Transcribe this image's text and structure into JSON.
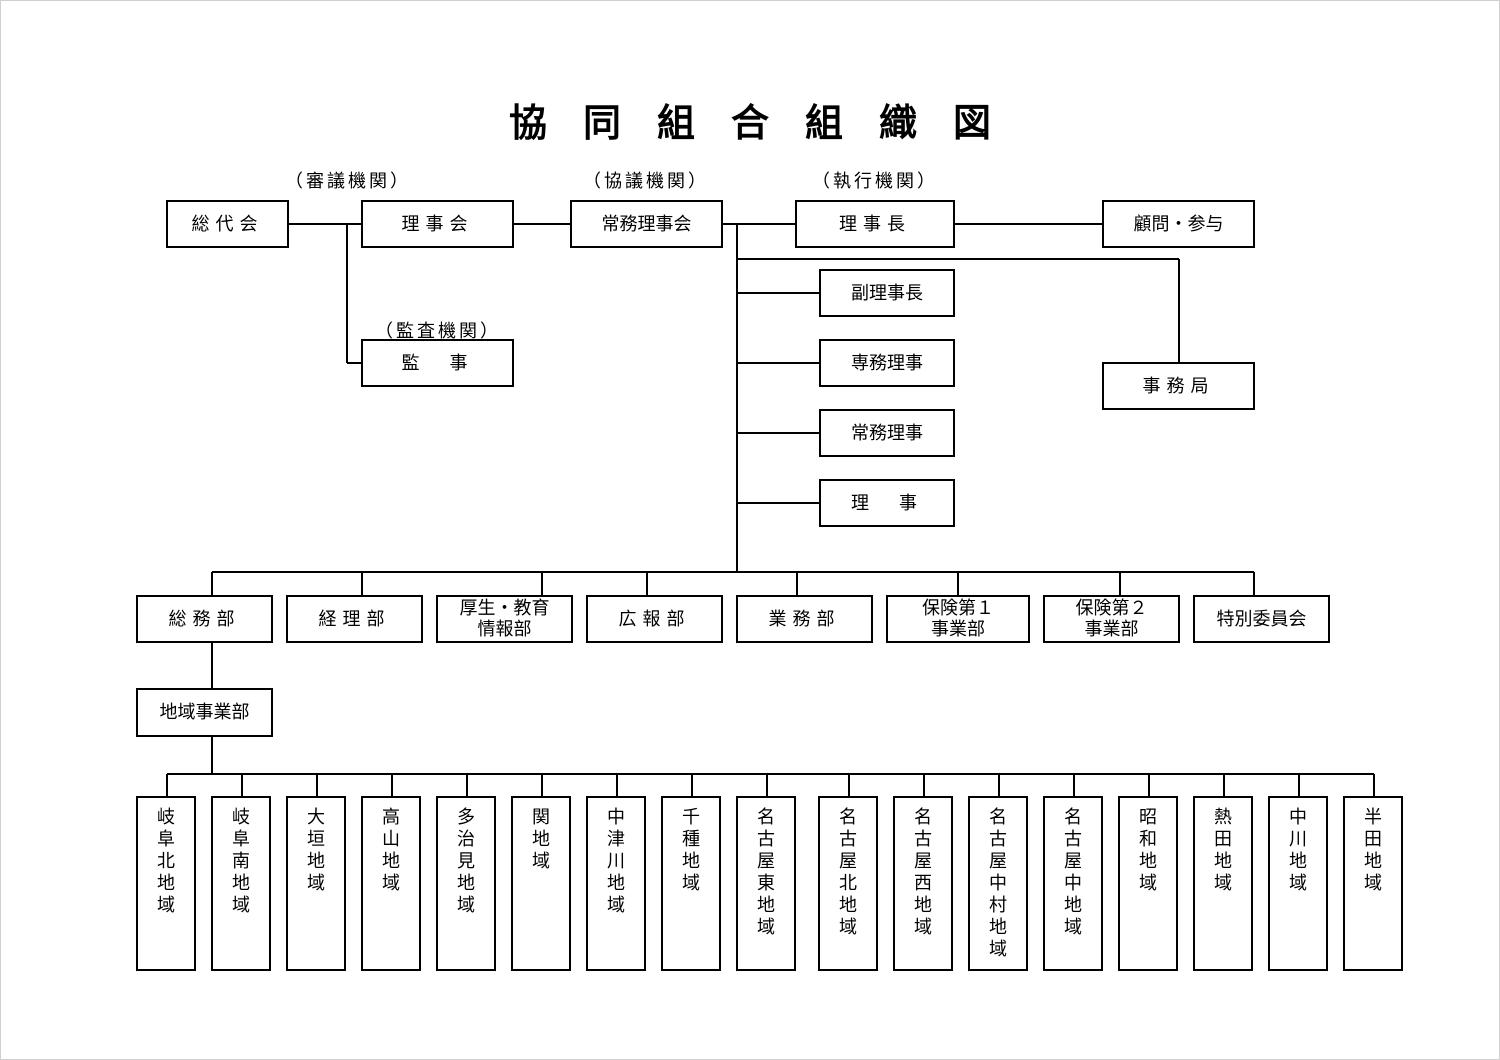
{
  "title": "協同組合組織図",
  "captions": {
    "deliberation": "（審議機関）",
    "consultation": "（協議機関）",
    "execution": "（執行機関）",
    "audit": "（監査機関）"
  },
  "top_row": {
    "general_assembly": "総代会",
    "board": "理事会",
    "executive_board": "常務理事会",
    "chairman": "理事長",
    "advisors": "顧問・参与"
  },
  "auditor": "監　事",
  "officers": {
    "vice_chairman": "副理事長",
    "senior_director": "専務理事",
    "managing_director": "常務理事",
    "director": "理　事"
  },
  "secretariat": "事務局",
  "departments": {
    "general_affairs": "総務部",
    "accounting": "経理部",
    "welfare_education_1": "厚生・教育",
    "welfare_education_2": "情報部",
    "public_relations": "広報部",
    "business": "業務部",
    "insurance1_1": "保険第１",
    "insurance1_2": "事業部",
    "insurance2_1": "保険第２",
    "insurance2_2": "事業部",
    "special_committee": "特別委員会"
  },
  "regional_division": "地域事業部",
  "regions": [
    "岐阜北地域",
    "岐阜南地域",
    "大垣地域",
    "高山地域",
    "多治見地域",
    "関地域",
    "中津川地域",
    "千種地域",
    "名古屋東地域",
    "名古屋北地域",
    "名古屋西地域",
    "名古屋中村地域",
    "名古屋中地域",
    "昭和地域",
    "熱田地域",
    "中川地域",
    "半田地域"
  ]
}
